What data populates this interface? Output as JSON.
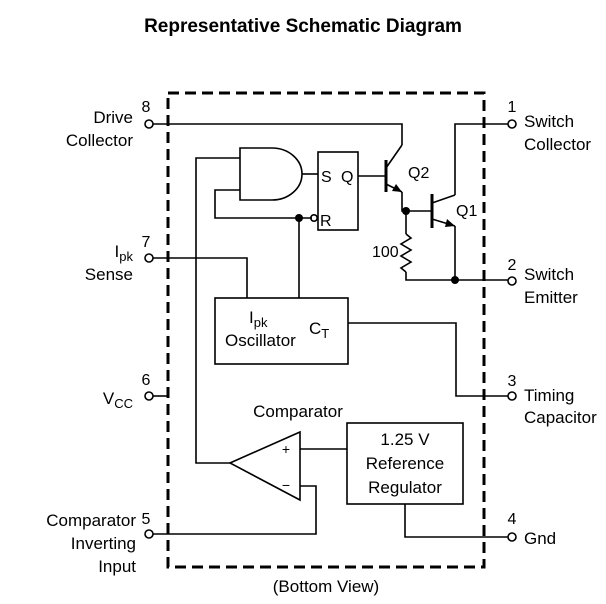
{
  "title": "Representative Schematic Diagram",
  "footer": "(Bottom View)",
  "pins": {
    "p8": {
      "num": "8",
      "line1": "Drive",
      "line2": "Collector"
    },
    "p7": {
      "num": "7",
      "line1_main": "I",
      "line1_sub": "pk",
      "line2": "Sense"
    },
    "p6": {
      "num": "6",
      "main": "V",
      "sub": "CC"
    },
    "p5": {
      "num": "5",
      "line1": "Comparator",
      "line2": "Inverting",
      "line3": "Input"
    },
    "p1": {
      "num": "1",
      "line1": "Switch",
      "line2": "Collector"
    },
    "p2": {
      "num": "2",
      "line1": "Switch",
      "line2": "Emitter"
    },
    "p3": {
      "num": "3",
      "line1": "Timing",
      "line2": "Capacitor"
    },
    "p4": {
      "num": "4",
      "line1": "Gnd"
    }
  },
  "blocks": {
    "flipflop": {
      "s": "S",
      "q": "Q",
      "r": "R"
    },
    "oscillator": {
      "ipk_main": "I",
      "ipk_sub": "pk",
      "name": "Oscillator",
      "ct_main": "C",
      "ct_sub": "T"
    },
    "reference": {
      "line1": "1.25 V",
      "line2": "Reference",
      "line3": "Regulator"
    },
    "comparator": {
      "label": "Comparator",
      "plus": "+",
      "minus": "−"
    }
  },
  "components": {
    "q2": "Q2",
    "q1": "Q1",
    "resistor": "100"
  }
}
